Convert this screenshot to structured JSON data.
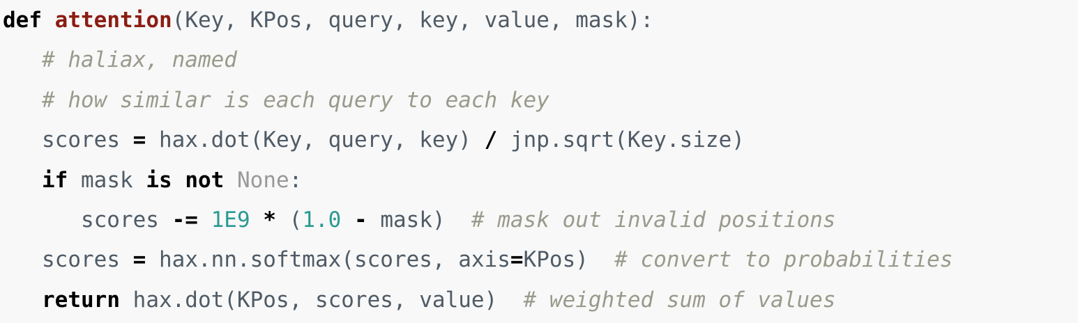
{
  "code": {
    "line1": {
      "kw_def": "def",
      "fn_name": "attention",
      "params": "(Key, KPos, query, key, value, mask):"
    },
    "line2": {
      "comment": "# haliax, named"
    },
    "line3": {
      "comment": "# how similar is each query to each key"
    },
    "line4": {
      "var": "scores",
      "op_assign": "=",
      "expr_a": "hax.dot(Key, query, key)",
      "op_div": "/",
      "expr_b": "jnp.sqrt(Key.size)"
    },
    "line5": {
      "kw_if": "if",
      "var": "mask",
      "kw_is": "is",
      "kw_not": "not",
      "const_none": "None",
      "colon": ":"
    },
    "line6": {
      "var": "scores",
      "op_sub_assign": "-=",
      "num_a": "1E9",
      "op_mul": "*",
      "paren_open": "(",
      "num_b": "1.0",
      "op_minus": "-",
      "expr_tail": "mask)",
      "comment": "# mask out invalid positions"
    },
    "line7": {
      "var": "scores",
      "op_assign": "=",
      "expr_a": "hax.nn.softmax(scores, axis",
      "op_eq": "=",
      "expr_b": "KPos)",
      "comment": "# convert to probabilities"
    },
    "line8": {
      "kw_return": "return",
      "expr": "hax.dot(KPos, scores, value)",
      "comment": "# weighted sum of values"
    }
  }
}
